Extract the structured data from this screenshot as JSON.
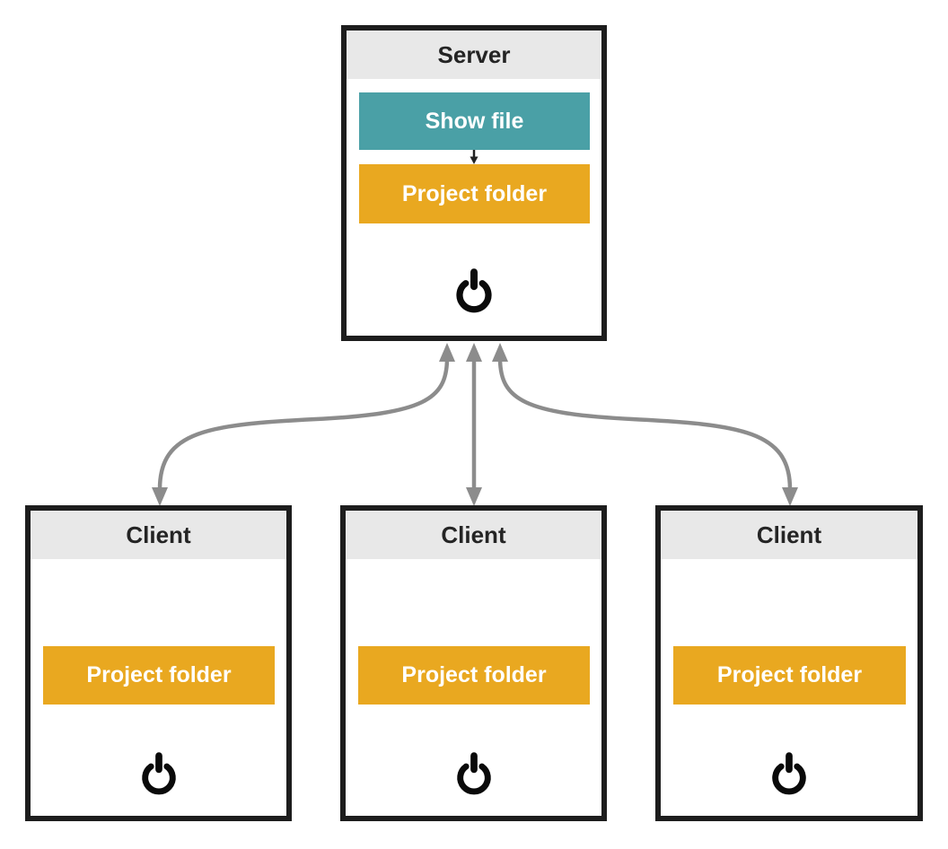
{
  "server": {
    "title": "Server",
    "show_file_label": "Show file",
    "project_folder_label": "Project folder",
    "power_icon": "power-icon"
  },
  "clients": [
    {
      "title": "Client",
      "project_folder_label": "Project folder",
      "power_icon": "power-icon"
    },
    {
      "title": "Client",
      "project_folder_label": "Project folder",
      "power_icon": "power-icon"
    },
    {
      "title": "Client",
      "project_folder_label": "Project folder",
      "power_icon": "power-icon"
    }
  ],
  "connections": [
    {
      "from": "show-file-node",
      "to": "server-project-folder-node",
      "style": "small-black-arrow-down"
    },
    {
      "from": "client-left",
      "to": "server",
      "style": "gray-curved-double-arrow"
    },
    {
      "from": "client-middle",
      "to": "server",
      "style": "gray-straight-double-arrow"
    },
    {
      "from": "client-right",
      "to": "server",
      "style": "gray-curved-double-arrow"
    }
  ],
  "colors": {
    "teal_node": "#4aa0a6",
    "amber_node": "#e9a820",
    "header_background": "#e8e8e8",
    "box_border": "#1d1d1d",
    "connector_gray": "#8c8c8c",
    "header_text": "#242424",
    "node_text": "#ffffff",
    "icon_black": "#0a0a0a"
  }
}
